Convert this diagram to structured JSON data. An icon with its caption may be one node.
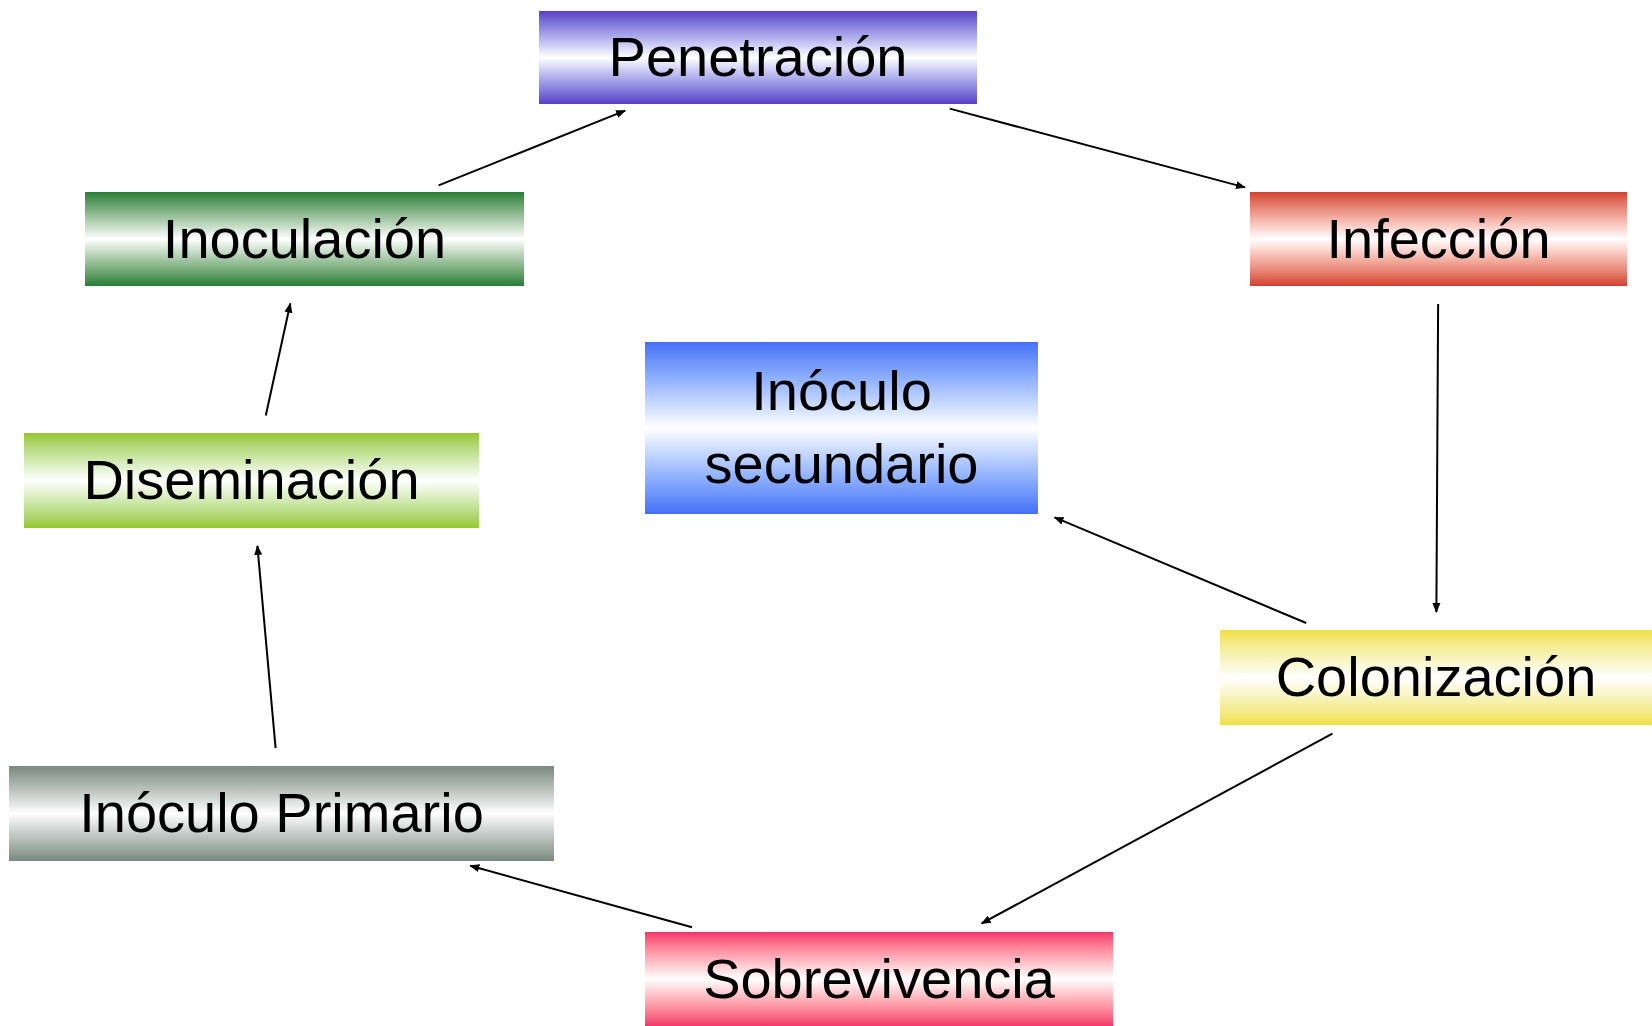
{
  "diagram": {
    "nodes": [
      {
        "text": [
          "Penetración"
        ]
      },
      {
        "text": [
          "Infección"
        ]
      },
      {
        "text": [
          "Colonización"
        ]
      },
      {
        "text": [
          "Sobrevivencia"
        ]
      },
      {
        "text": [
          "Inóculo Primario"
        ]
      },
      {
        "text": [
          "Diseminación"
        ]
      },
      {
        "text": [
          "Inoculación"
        ]
      },
      {
        "text": [
          "Inóculo secundario"
        ]
      }
    ],
    "edges": [
      {
        "from": 6,
        "to": 0,
        "arrow": "to"
      },
      {
        "from": 0,
        "to": 1,
        "arrow": "to"
      },
      {
        "from": 1,
        "to": 2,
        "arrow": "to"
      },
      {
        "from": 2,
        "to": 7,
        "arrow": "to"
      },
      {
        "from": 2,
        "to": 3,
        "arrow": "to"
      },
      {
        "from": 3,
        "to": 4,
        "arrow": "to"
      },
      {
        "from": 4,
        "to": 5,
        "arrow": "to"
      },
      {
        "from": 5,
        "to": 6,
        "arrow": "to"
      }
    ]
  }
}
